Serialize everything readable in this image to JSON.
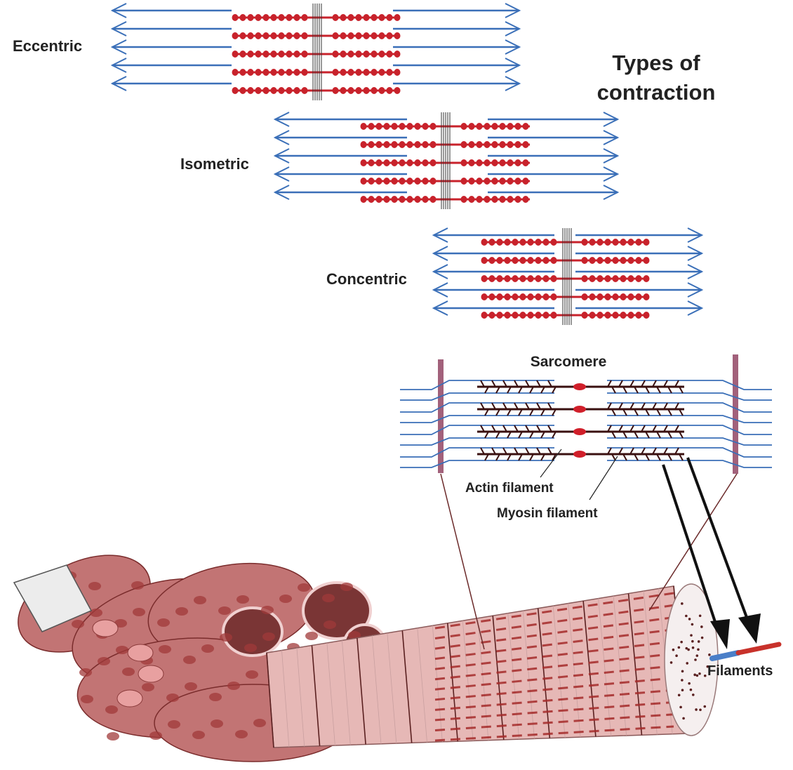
{
  "title": {
    "line1": "Types of",
    "line2": "contraction"
  },
  "panels": [
    {
      "id": "eccentric",
      "label": "Eccentric"
    },
    {
      "id": "isometric",
      "label": "Isometric"
    },
    {
      "id": "concentric",
      "label": "Concentric"
    }
  ],
  "sarcomere": {
    "title": "Sarcomere",
    "actin_label": "Actin filament",
    "myosin_label": "Myosin filament"
  },
  "fiber": {
    "filaments_label": "Filaments"
  },
  "colors": {
    "actin": "#3a6fb8",
    "myosin": "#c8222b",
    "z_line": "#8b3a5a",
    "myosin_dark": "#3a1010",
    "fiber_pink": "#e6b8b6",
    "fiber_red": "#a52a2a",
    "arrow": "#111111"
  }
}
